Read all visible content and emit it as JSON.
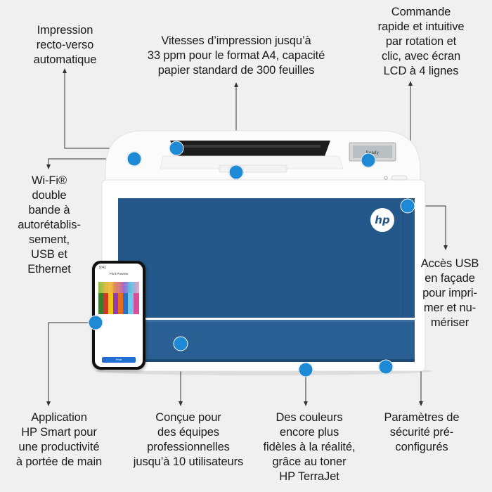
{
  "labels": {
    "duplex": [
      "Impression",
      "recto-verso",
      "automatique"
    ],
    "speed": [
      "Vitesses d’impression jusqu’à",
      "33 ppm pour le format A4, capacité",
      "papier standard de 300 feuilles"
    ],
    "control": [
      "Commande",
      "rapide et intuitive",
      "par rotation et",
      "clic, avec écran",
      "LCD à 4 lignes"
    ],
    "connectivity": [
      "Wi-Fi®",
      "double",
      "bande à",
      "autorétablis-",
      "sement,",
      "USB et",
      "Ethernet"
    ],
    "usb": [
      "Accès USB",
      "en façade",
      "pour impri-",
      "mer et nu-",
      "mériser"
    ],
    "app": [
      "Application",
      "HP Smart pour",
      "une productivité",
      "à portée de main"
    ],
    "teams": [
      "Conçue pour",
      "des équipes",
      "professionnelles",
      "jusqu’à 10 utilisateurs"
    ],
    "colors": [
      "Des couleurs",
      "encore plus",
      "fidèles à la réalité,",
      "grâce au toner",
      "HP TerraJet"
    ],
    "security": [
      "Paramètres de",
      "sécurité pré-",
      "configurés"
    ]
  },
  "printer": {
    "logo_text": "hp",
    "body_color": "#ffffff",
    "panel_color": "#24578a",
    "accent_color": "#1e8ad6",
    "lcd_label": "Ready"
  },
  "phone": {
    "status_time": "9:41",
    "screen_title": "Print Preview",
    "button_label": "Print"
  }
}
